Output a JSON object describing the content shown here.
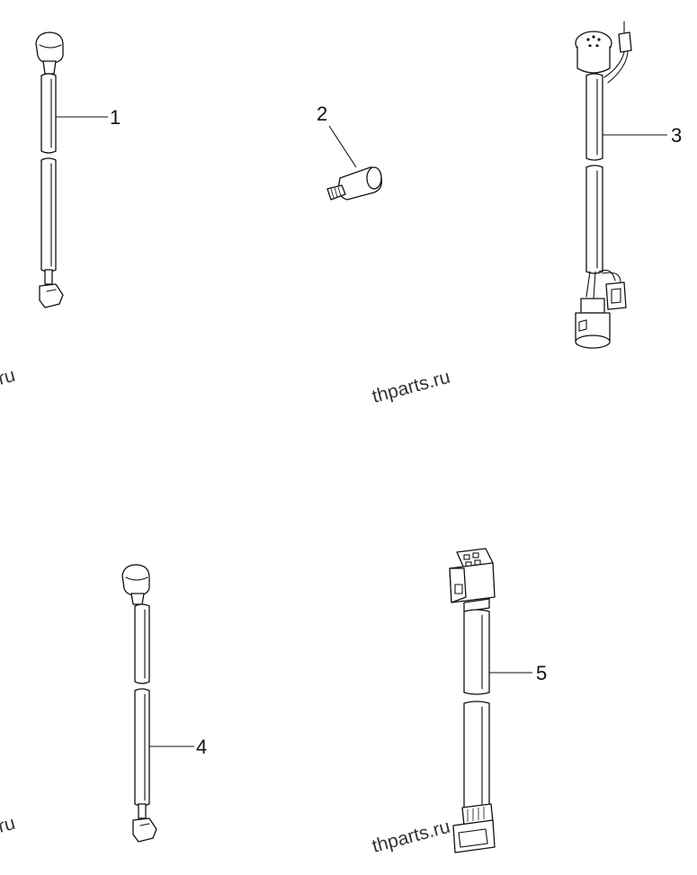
{
  "callouts": {
    "c1": "1",
    "c2": "2",
    "c3": "3",
    "c4": "4",
    "c5": "5"
  },
  "watermarks": {
    "w_mid_top": "thparts.ru",
    "w_mid_bottom": "thparts.ru",
    "w_left_top": "ru",
    "w_left_bottom": "ru"
  },
  "colors": {
    "line": "#111111",
    "background": "#ffffff",
    "watermark": "#333333"
  }
}
